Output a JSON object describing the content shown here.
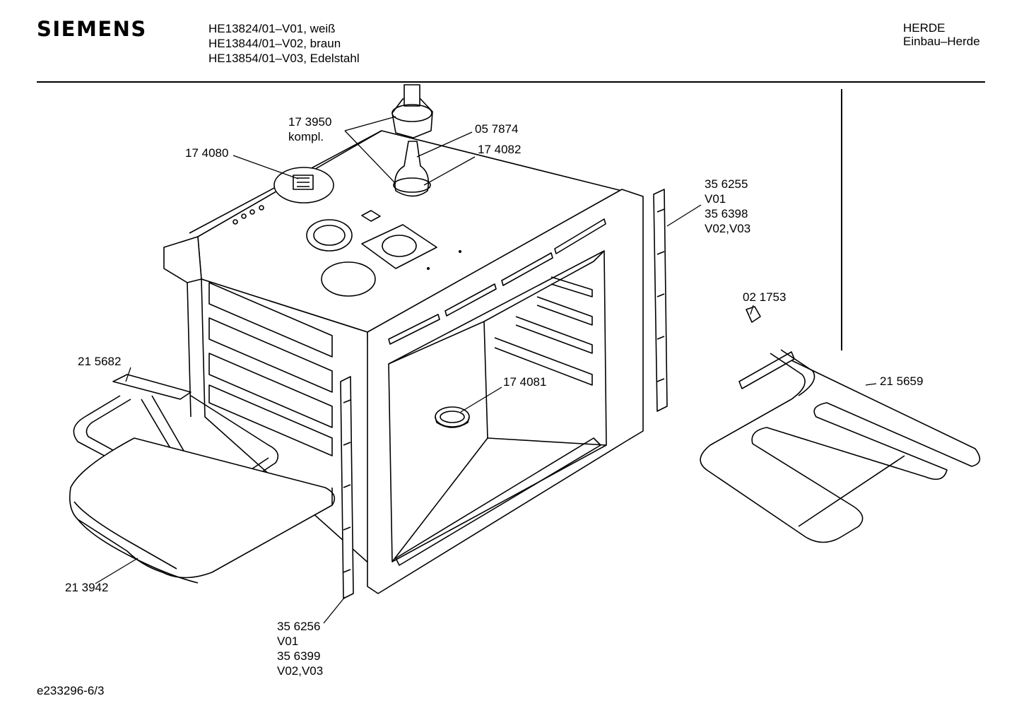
{
  "header": {
    "brand": "SIEMENS",
    "models": [
      "HE13824/01–V01, weiß",
      "HE13844/01–V02, braun",
      "HE13854/01–V03, Edelstahl"
    ],
    "category": [
      "HERDE",
      "Einbau–Herde"
    ]
  },
  "footer": {
    "code": "e233296-6/3"
  },
  "labels": {
    "p173950": [
      "17 3950",
      "kompl."
    ],
    "p057874": [
      "05 7874"
    ],
    "p174082": [
      "17 4082"
    ],
    "p174080": [
      "17 4080"
    ],
    "p356255": [
      "35 6255",
      "V01",
      "35 6398",
      "V02,V03"
    ],
    "p021753": [
      "02 1753"
    ],
    "p215682": [
      "21 5682"
    ],
    "p174081": [
      "17 4081"
    ],
    "p215659": [
      "21 5659"
    ],
    "p213942": [
      "21 3942"
    ],
    "p356256": [
      "35 6256",
      "V01",
      "35 6399",
      "V02,V03"
    ]
  }
}
